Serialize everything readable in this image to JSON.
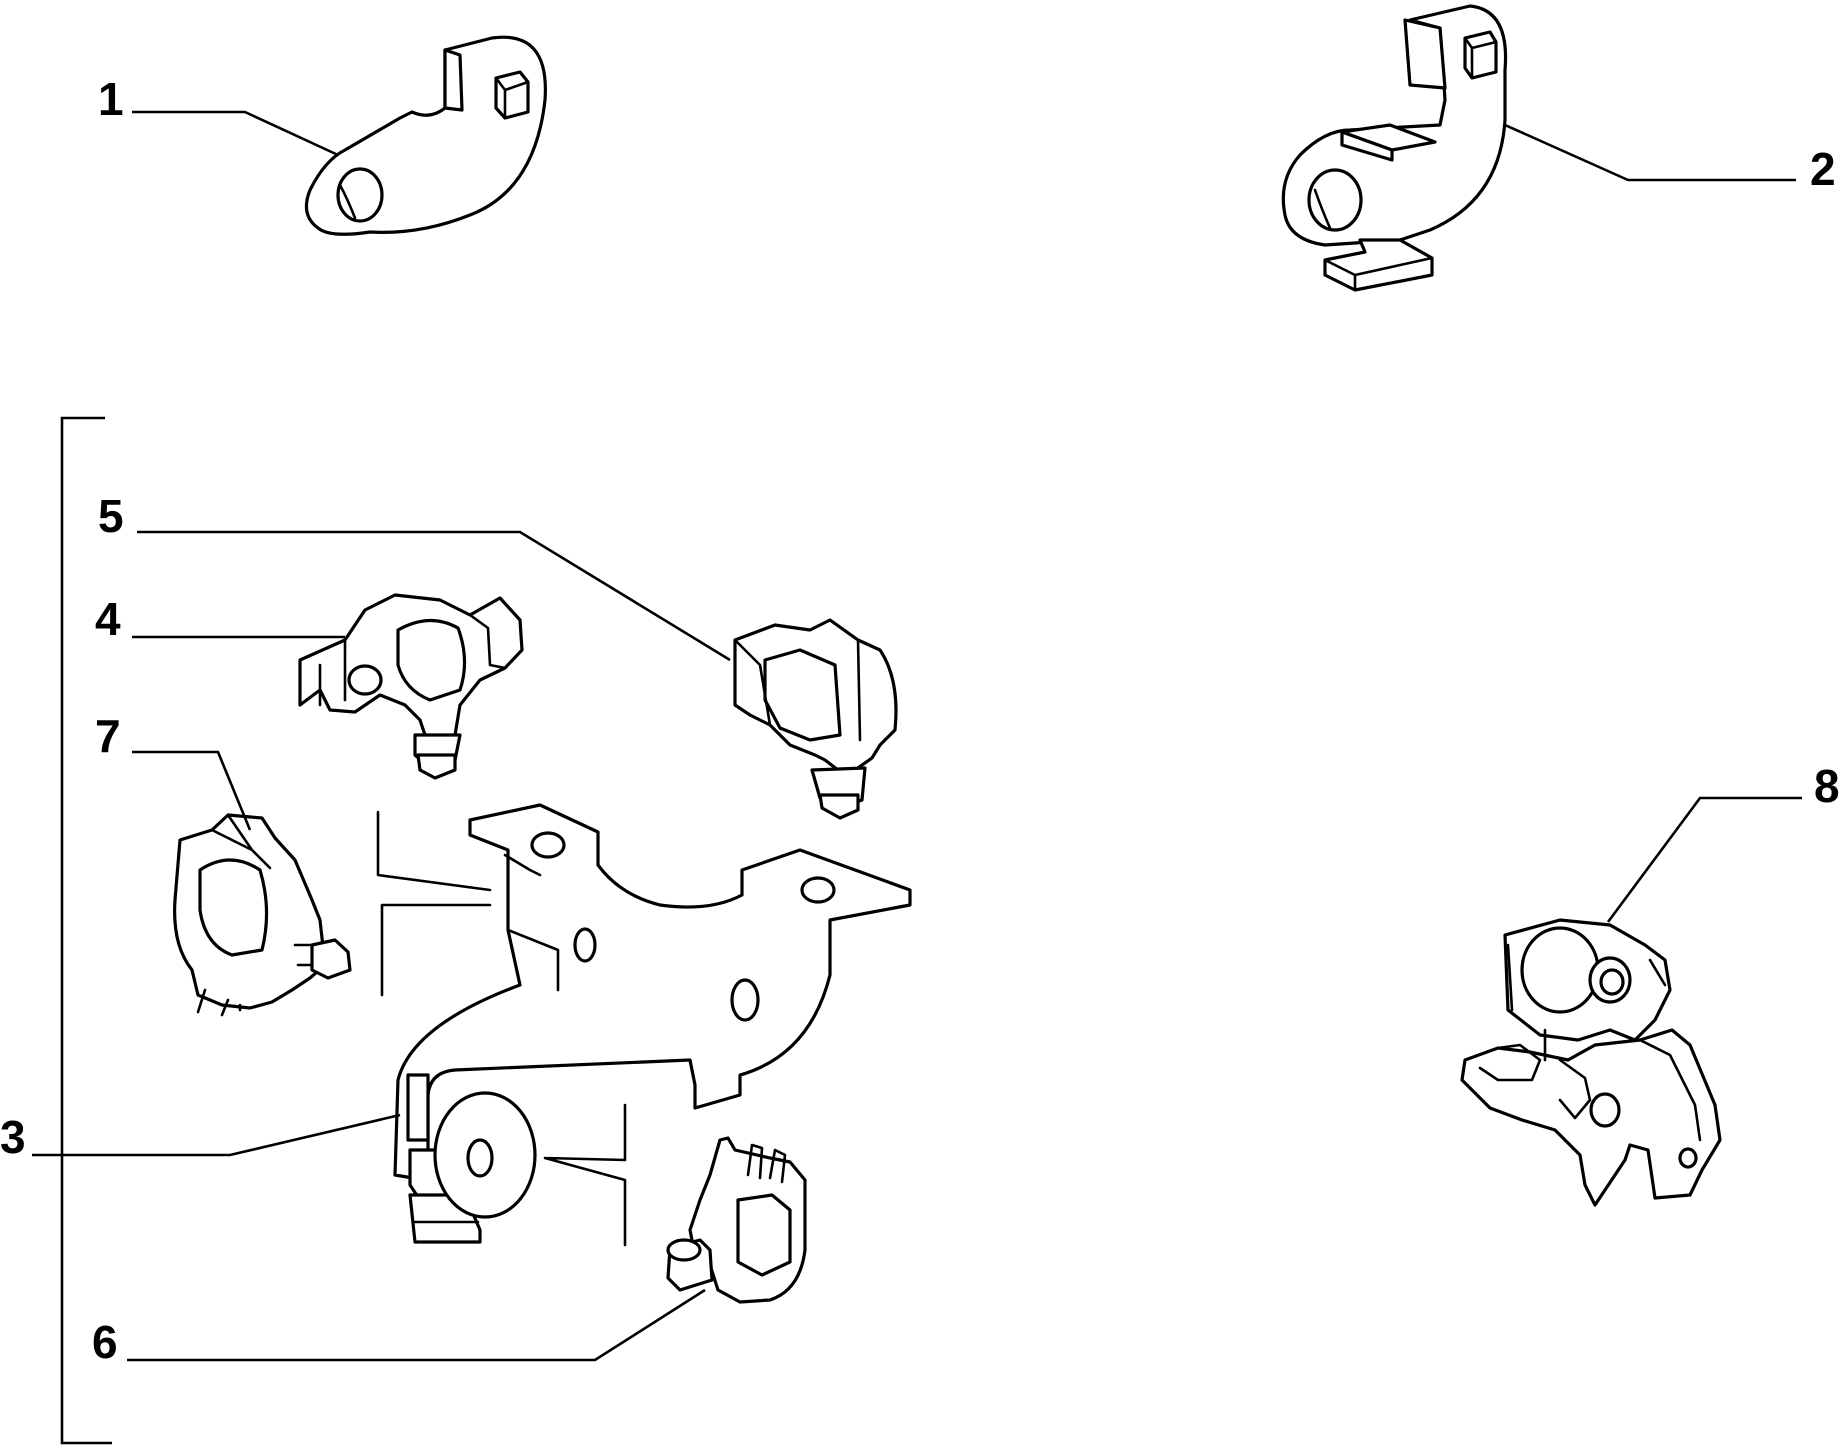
{
  "callouts": [
    {
      "id": "1",
      "label": "1"
    },
    {
      "id": "2",
      "label": "2"
    },
    {
      "id": "3",
      "label": "3"
    },
    {
      "id": "4",
      "label": "4"
    },
    {
      "id": "5",
      "label": "5"
    },
    {
      "id": "6",
      "label": "6"
    },
    {
      "id": "7",
      "label": "7"
    },
    {
      "id": "8",
      "label": "8"
    }
  ],
  "colors": {
    "line": "#000000",
    "background": "#ffffff"
  }
}
